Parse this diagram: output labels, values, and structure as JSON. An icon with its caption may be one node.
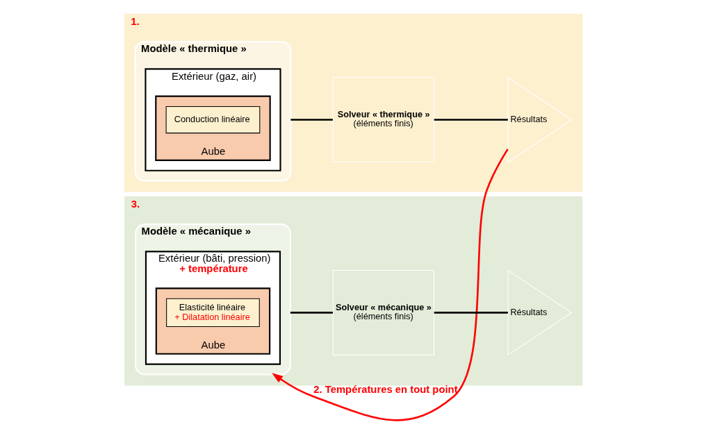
{
  "diagram": {
    "nodes": [
      {
        "text": [
          "1."
        ]
      },
      {
        "text": [
          "Modèle « thermique »"
        ],
        "in": 0
      },
      {
        "text": [
          "Extérieur (gaz, air)"
        ],
        "in": 1
      },
      {
        "text": [
          "Aube"
        ],
        "in": 2
      },
      {
        "text": [
          "Conduction linéaire"
        ],
        "in": 3
      },
      {
        "text": [
          "Solveur « thermique »",
          "(éléments finis)"
        ],
        "in": 0
      },
      {
        "text": [
          "Résultats"
        ],
        "in": 0
      },
      {
        "text": [
          "3."
        ]
      },
      {
        "text": [
          "Modèle « mécanique »"
        ],
        "in": 7
      },
      {
        "text": [
          "Extérieur (bâti, pression)",
          "+ température"
        ],
        "in": 8
      },
      {
        "text": [
          "Aube"
        ],
        "in": 9
      },
      {
        "text": [
          "Elasticité linéaire",
          "+ Dilatation linéaire"
        ],
        "in": 10
      },
      {
        "text": [
          "Solveur « mécanique »",
          "(éléments finis)"
        ],
        "in": 7
      },
      {
        "text": [
          "Résultats"
        ],
        "in": 7
      }
    ],
    "edges": [
      {
        "from": 1,
        "to": 5,
        "arrow": "none"
      },
      {
        "from": 5,
        "to": 6,
        "arrow": "none"
      },
      {
        "from": 6,
        "to": 8,
        "arrow": "to",
        "label": "2. Températures en tout point",
        "color": "#ff0000"
      },
      {
        "from": 8,
        "to": 12,
        "arrow": "none"
      },
      {
        "from": 12,
        "to": 13,
        "arrow": "none"
      }
    ]
  }
}
